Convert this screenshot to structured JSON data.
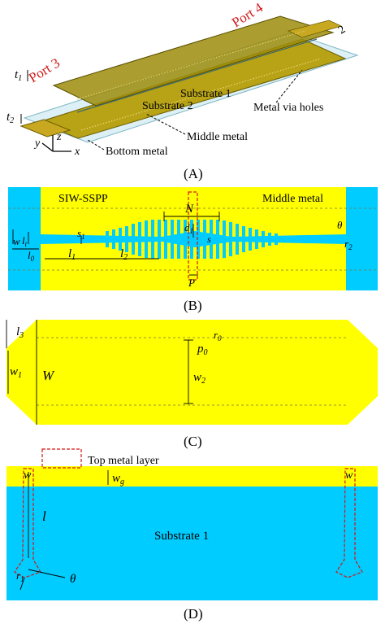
{
  "panel_a": {
    "caption": "(A)",
    "port3": "Port 3",
    "port4": "Port 4",
    "port2_partial": "2",
    "t1_symbol": "t",
    "t1_sub": "1",
    "t2_symbol": "t",
    "t2_sub": "2",
    "substrate1": "Substrate 1",
    "substrate2": "Substrate 2",
    "metal_via_holes": "Metal via holes",
    "middle_metal": "Middle metal",
    "bottom_metal": "Bottom metal",
    "axis_x": "x",
    "axis_y": "y",
    "axis_z": "z"
  },
  "panel_b": {
    "caption": "(B)",
    "siw_sspp": "SIW-SSPP",
    "middle_metal": "Middle metal",
    "sym_w": "w",
    "sym_l": "l",
    "sym_l_sub": "t",
    "sym_l0": "l",
    "sym_l0_sub": "0",
    "sym_s": "s",
    "sym_s_sub": "1",
    "sym_l1": "l",
    "sym_l1_sub": "1",
    "sym_l2": "l",
    "sym_l2_sub": "2",
    "sym_N": "N",
    "sym_d": "d",
    "sym_d_sub": "1",
    "sym_s2": "s",
    "sym_P": "P",
    "sym_theta": "θ",
    "sym_r2": "r",
    "sym_r2_sub": "2"
  },
  "panel_c": {
    "caption": "(C)",
    "sym_l3": "l",
    "sym_l3_sub": "3",
    "sym_w1": "w",
    "sym_w1_sub": "1",
    "sym_W": "W",
    "sym_p0": "p",
    "sym_p0_sub": "0",
    "sym_r0": "r",
    "sym_r0_sub": "0",
    "sym_w2": "w",
    "sym_w2_sub": "2"
  },
  "panel_d": {
    "caption": "(D)",
    "top_metal_layer": "Top metal layer",
    "sym_w_left": "w",
    "sym_w_right": "w",
    "sym_wg": "w",
    "sym_wg_sub": "g",
    "sym_l": "l",
    "sym_r1": "r",
    "sym_r1_sub": "1",
    "sym_theta": "θ",
    "substrate1": "Substrate 1"
  },
  "colors": {
    "yellow": "#ffff00",
    "cyan": "#00ccff",
    "gold": "#c8a820",
    "red_dash": "#d01818"
  }
}
